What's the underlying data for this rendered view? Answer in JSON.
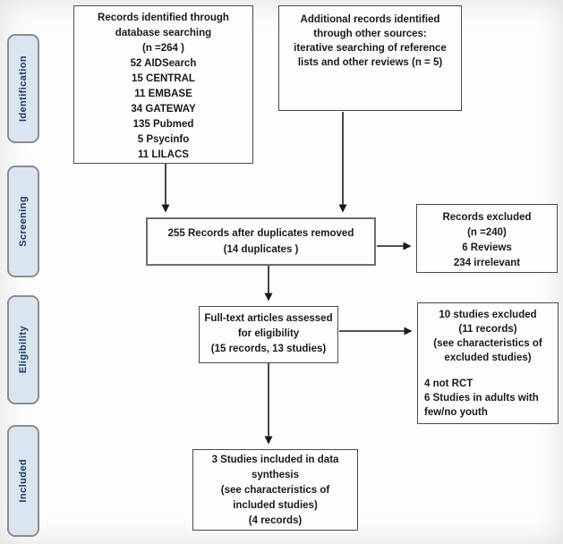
{
  "title": "PRISMA study flow diagram",
  "colors": {
    "stage_fill": "#d9e6f2",
    "stage_border": "#8c8c8c",
    "stage_text": "#1f3864",
    "box_border": "#4a4a4a",
    "arrow": "#1a1a1a"
  },
  "stages": [
    {
      "label": "Identification"
    },
    {
      "label": "Screening"
    },
    {
      "label": "Eligibility"
    },
    {
      "label": "Included"
    }
  ],
  "boxes": {
    "database": {
      "lines": [
        "Records identified through",
        "database searching",
        "(n =264 )",
        "52 AIDSearch",
        "15 CENTRAL",
        "11 EMBASE",
        "34 GATEWAY",
        "135 Pubmed",
        "5 Psycinfo",
        "11 LILACS"
      ]
    },
    "other_sources": {
      "lines": [
        "Additional records identified",
        "through other sources:",
        "iterative searching of reference",
        "lists and other reviews (n = 5)"
      ]
    },
    "dedup": {
      "lines": [
        "255 Records after duplicates removed",
        "(14 duplicates )"
      ]
    },
    "records_excluded": {
      "lines": [
        "Records excluded",
        "(n =240)",
        "6 Reviews",
        "234 irrelevant"
      ]
    },
    "fulltext": {
      "lines": [
        "Full-text articles assessed",
        "for eligibility",
        "(15 records, 13 studies)"
      ]
    },
    "studies_excluded": {
      "centered_lines": [
        "10 studies excluded",
        "(11 records)",
        "(see characteristics of",
        "excluded studies)"
      ],
      "left_lines": [
        "4 not RCT",
        "6 Studies in adults with",
        "few/no youth"
      ]
    },
    "included": {
      "lines": [
        "3 Studies included in data",
        "synthesis",
        "(see characteristics of",
        "included studies)",
        "(4 records)"
      ]
    }
  }
}
